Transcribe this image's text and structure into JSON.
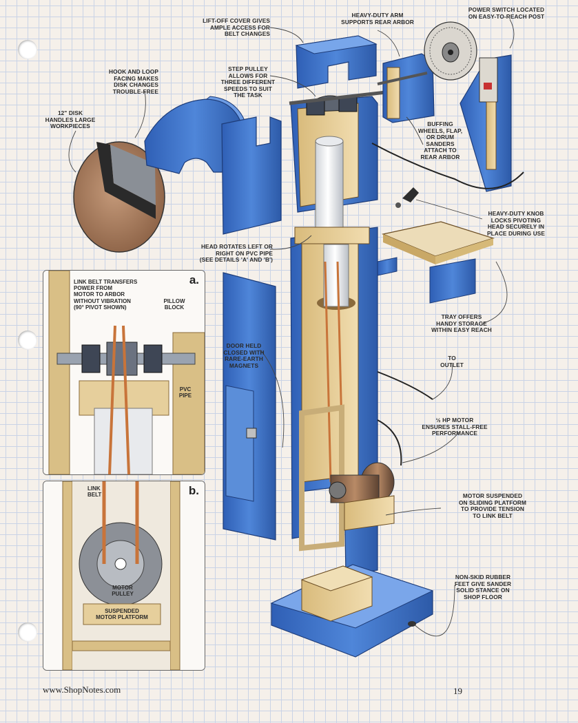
{
  "labels": {
    "lift_off_cover": "LIFT-OFF COVER GIVES\nAMPLE ACCESS FOR\nBELT CHANGES",
    "heavy_duty_arm": "HEAVY-DUTY ARM\nSUPPORTS REAR ARBOR",
    "power_switch": "POWER SWITCH LOCATED\nON EASY-TO-REACH POST",
    "hook_and_loop": "HOOK AND LOOP\nFACING MAKES\nDISK CHANGES\nTROUBLE-FREE",
    "step_pulley": "STEP PULLEY\nALLOWS FOR\nTHREE DIFFERENT\nSPEEDS TO SUIT\nTHE TASK",
    "disk_12": "12\" DISK\nHANDLES LARGE\nWORKPIECES",
    "buffing": "BUFFING\nWHEELS, FLAP,\nOR DRUM\nSANDERS\nATTACH TO\nREAR ARBOR",
    "knob": "HEAVY-DUTY KNOB\nLOCKS PIVOTING\nHEAD SECURELY IN\nPLACE DURING USE",
    "head_rotates": "HEAD ROTATES LEFT OR\nRIGHT ON PVC PIPE\n(SEE DETAILS 'a' AND 'b')",
    "tray": "TRAY OFFERS\nHANDY STORAGE\nWITHIN EASY REACH",
    "door": "DOOR HELD\nCLOSED WITH\nRARE-EARTH\nMAGNETS",
    "outlet": "TO\nOUTLET",
    "motor": "½ HP MOTOR\nENSURES STALL-FREE\nPERFORMANCE",
    "motor_suspended": "MOTOR SUSPENDED\nON SLIDING PLATFORM\nTO PROVIDE TENSION\nTO LINK BELT",
    "rubber_feet": "NON-SKID RUBBER\nFEET GIVE SANDER\nSOLID STANCE ON\nSHOP FLOOR"
  },
  "detail_a": {
    "tag": "a.",
    "link_belt": "LINK BELT TRANSFERS\nPOWER FROM\nMOTOR TO ARBOR\nWITHOUT VIBRATION\n(90° PIVOT SHOWN)",
    "pillow_block": "PILLOW\nBLOCK",
    "pvc_pipe": "PVC\nPIPE"
  },
  "detail_b": {
    "tag": "b.",
    "link_belt": "LINK\nBELT",
    "motor_pulley": "MOTOR\nPULLEY",
    "platform": "SUSPENDED\nMOTOR PLATFORM"
  },
  "footer": {
    "website": "www.ShopNotes.com",
    "page_number": "19"
  },
  "colors": {
    "blue_panel": "#3f73c9",
    "wood": "#e6cf9c",
    "belt": "#c8743a"
  }
}
